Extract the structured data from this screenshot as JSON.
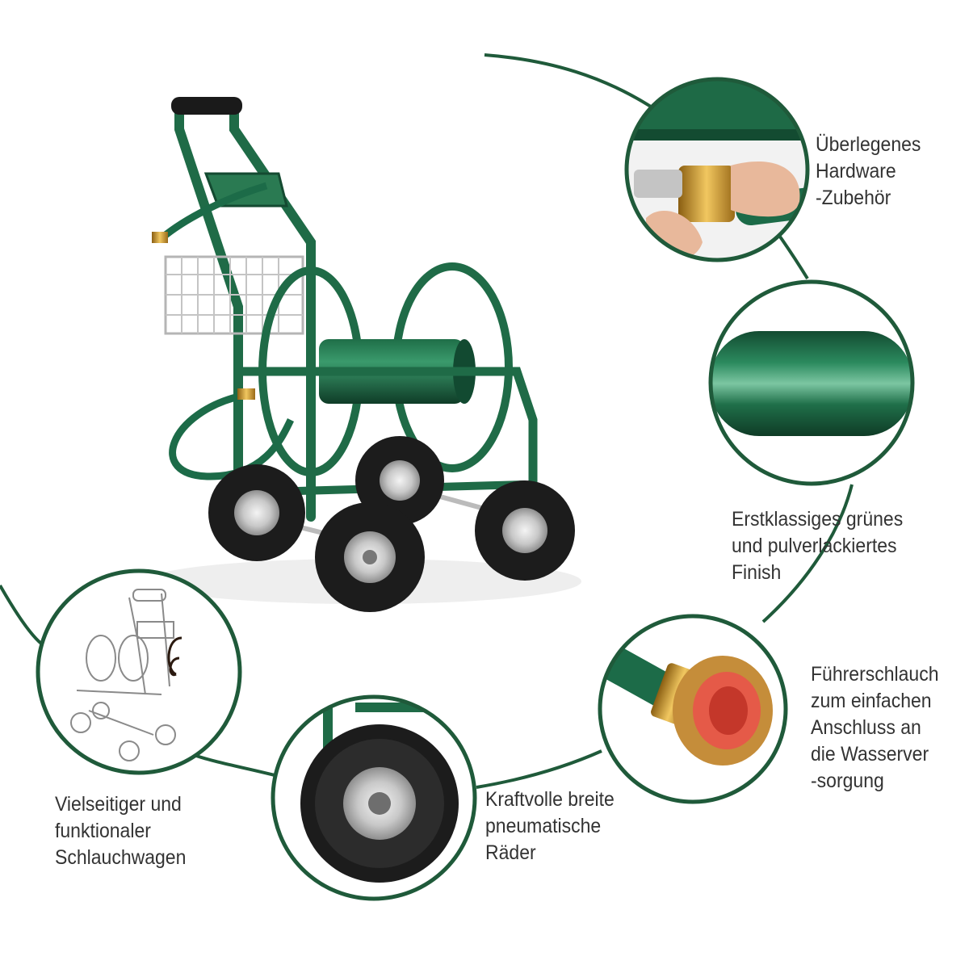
{
  "features": [
    {
      "id": "hardware",
      "lines": [
        "Überlegenes",
        "Hardware",
        "-Zubehör"
      ]
    },
    {
      "id": "finish",
      "lines": [
        "Erstklassiges grünes",
        "und pulverlackiertes",
        "Finish"
      ]
    },
    {
      "id": "hose",
      "lines": [
        "Führerschlauch",
        "zum einfachen",
        "Anschluss an",
        "die Wasserver",
        "-sorgung"
      ]
    },
    {
      "id": "wheels",
      "lines": [
        "Kraftvolle breite",
        "pneumatische",
        "Räder"
      ]
    },
    {
      "id": "cart",
      "lines": [
        "Vielseitiger und",
        "funktionaler",
        "Schlauchwagen"
      ]
    }
  ],
  "colors": {
    "accent_green": "#1f5a3a",
    "powder_green": "#1c6b48",
    "brass": "#c9952d",
    "text": "#333333",
    "tire": "#1c1c1c"
  }
}
